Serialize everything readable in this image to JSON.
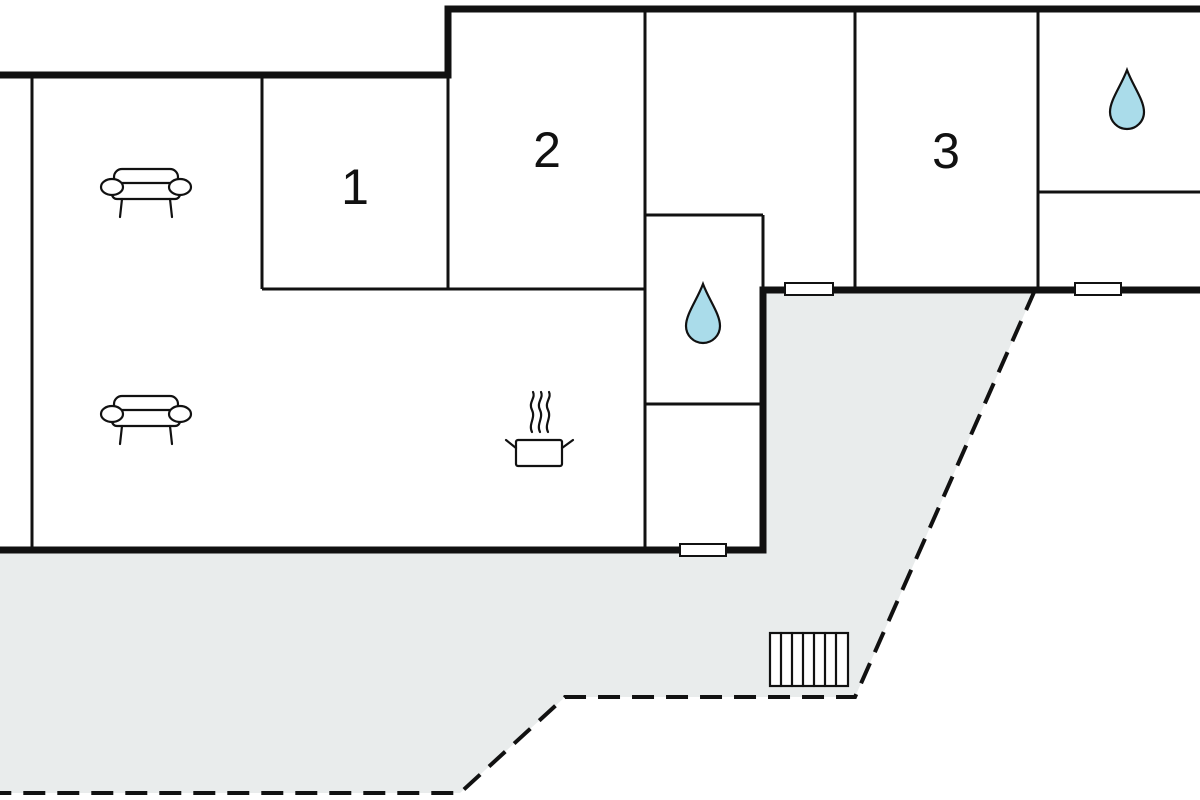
{
  "rooms": [
    {
      "id": "bedroom-1",
      "label": "1"
    },
    {
      "id": "bedroom-2",
      "label": "2"
    },
    {
      "id": "bedroom-3",
      "label": "3"
    }
  ],
  "icons": {
    "sofa": "sofa-icon",
    "cooking_pot": "cooking-pot-icon",
    "water_drop": "water-drop-icon",
    "stairs": "stairs-icon"
  },
  "colors": {
    "wall": "#111111",
    "terrace_fill": "#e9ecec",
    "water_drop": "#aadcea",
    "background": "#ffffff"
  }
}
